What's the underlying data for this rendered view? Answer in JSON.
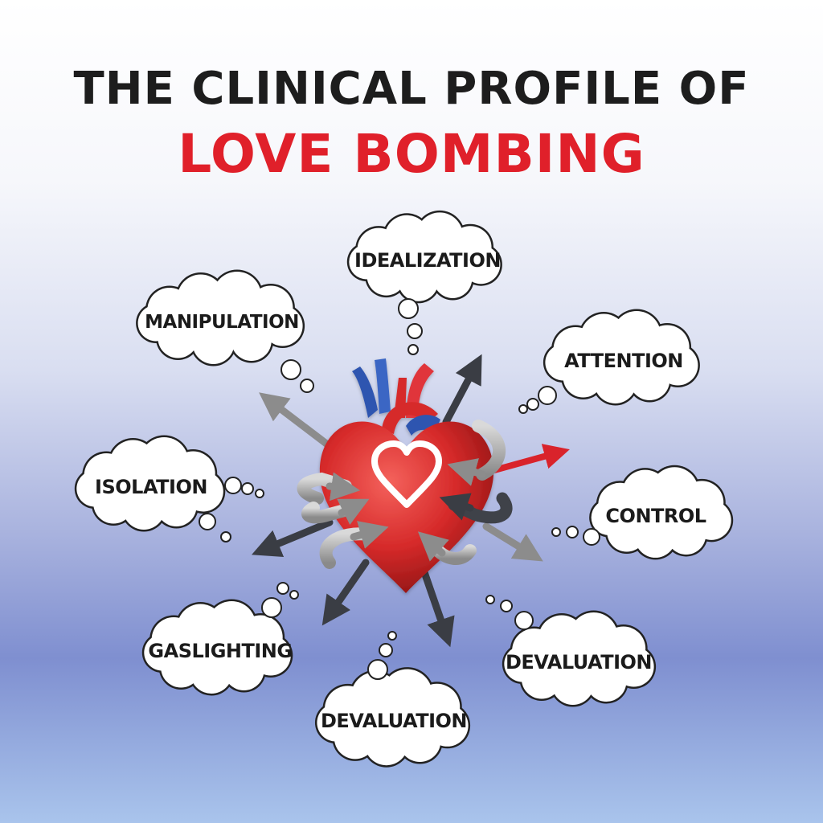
{
  "title": {
    "line1": "THE CLINICAL PROFILE OF",
    "line2": "LOVE BOMBING"
  },
  "bubbles": [
    {
      "id": "idealization",
      "label": "IDEALIZATION"
    },
    {
      "id": "manipulation",
      "label": "MANIPULATION"
    },
    {
      "id": "attention",
      "label": "ATTENTION"
    },
    {
      "id": "isolation",
      "label": "ISOLATION"
    },
    {
      "id": "control",
      "label": "CONTROL"
    },
    {
      "id": "gaslighting",
      "label": "GASLIGHTING"
    },
    {
      "id": "devaluation-right",
      "label": "DEVALUATION"
    },
    {
      "id": "devaluation-bottom",
      "label": "DEVALUATION"
    }
  ],
  "center": {
    "icon": "anatomical-heart-icon",
    "inner_icon": "heart-outline-icon"
  },
  "colors": {
    "title_dark": "#1d1d1d",
    "title_red": "#e0202a",
    "heart_red": "#d62a2a",
    "vessel_blue": "#2e55b0",
    "arrow_gray": "#8c8c8c",
    "arrow_dark": "#3a3d44",
    "arrow_red": "#d9232b"
  }
}
